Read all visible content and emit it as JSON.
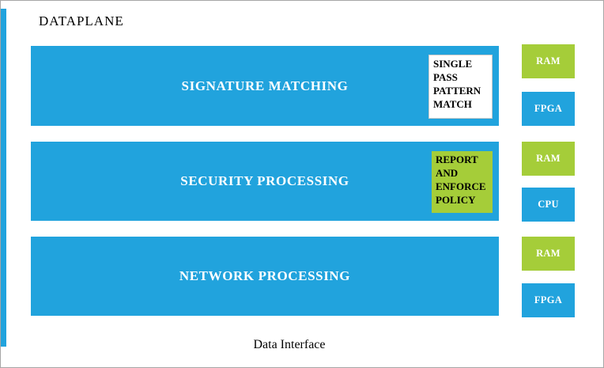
{
  "title": "DATAPLANE",
  "footer": "Data Interface",
  "colors": {
    "blue": "#21A3DD",
    "green": "#A5CD39",
    "white": "#FFFFFF",
    "bar_text": "#FFFFFF",
    "tag_text": "#000000"
  },
  "bars": [
    {
      "label": "SIGNATURE MATCHING",
      "tag": {
        "text": "SINGLE PASS PATTERN MATCH",
        "style": "white"
      }
    },
    {
      "label": "SECURITY PROCESSING",
      "tag": {
        "text": "REPORT AND ENFORCE POLICY",
        "style": "green"
      }
    },
    {
      "label": "NETWORK PROCESSING"
    }
  ],
  "hardware": [
    {
      "label": "RAM",
      "color": "green"
    },
    {
      "label": "FPGA",
      "color": "blue"
    },
    {
      "label": "RAM",
      "color": "green"
    },
    {
      "label": "CPU",
      "color": "blue"
    },
    {
      "label": "RAM",
      "color": "green"
    },
    {
      "label": "FPGA",
      "color": "blue"
    }
  ]
}
